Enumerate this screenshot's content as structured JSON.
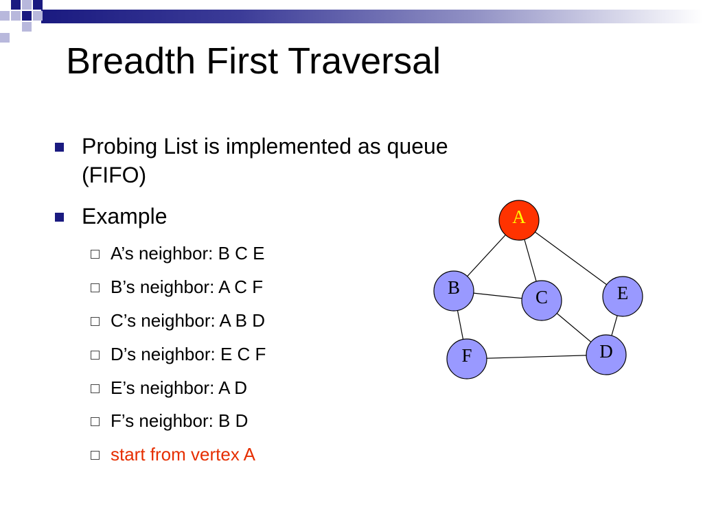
{
  "slide": {
    "title": "Breadth First Traversal",
    "bullets": [
      {
        "lines": [
          "Probing List is implemented as queue",
          "(FIFO)"
        ]
      },
      {
        "lines": [
          "Example"
        ],
        "sub_items": [
          "A’s neighbor: B C E",
          "B’s neighbor: A C F",
          "C’s neighbor: A B D",
          "D’s neighbor: E C F",
          "E’s neighbor: A D",
          "F’s neighbor: B D",
          "start from vertex A"
        ],
        "highlighted_sub_item": 6
      }
    ]
  },
  "colors": {
    "theme_dark": "#1a1a80",
    "highlight_text": "#e62e00",
    "vertex_default_fill": "#9999ff",
    "vertex_start_fill": "#ff3300",
    "vertex_start_label": "#ffff00",
    "edge": "#000000"
  },
  "graph": {
    "vertices": [
      {
        "id": "A",
        "label": "A",
        "start": true
      },
      {
        "id": "B",
        "label": "B"
      },
      {
        "id": "C",
        "label": "C"
      },
      {
        "id": "D",
        "label": "D"
      },
      {
        "id": "E",
        "label": "E"
      },
      {
        "id": "F",
        "label": "F"
      }
    ],
    "edges": [
      [
        "A",
        "B"
      ],
      [
        "A",
        "C"
      ],
      [
        "A",
        "E"
      ],
      [
        "B",
        "C"
      ],
      [
        "B",
        "F"
      ],
      [
        "C",
        "D"
      ],
      [
        "E",
        "D"
      ],
      [
        "F",
        "D"
      ]
    ]
  }
}
